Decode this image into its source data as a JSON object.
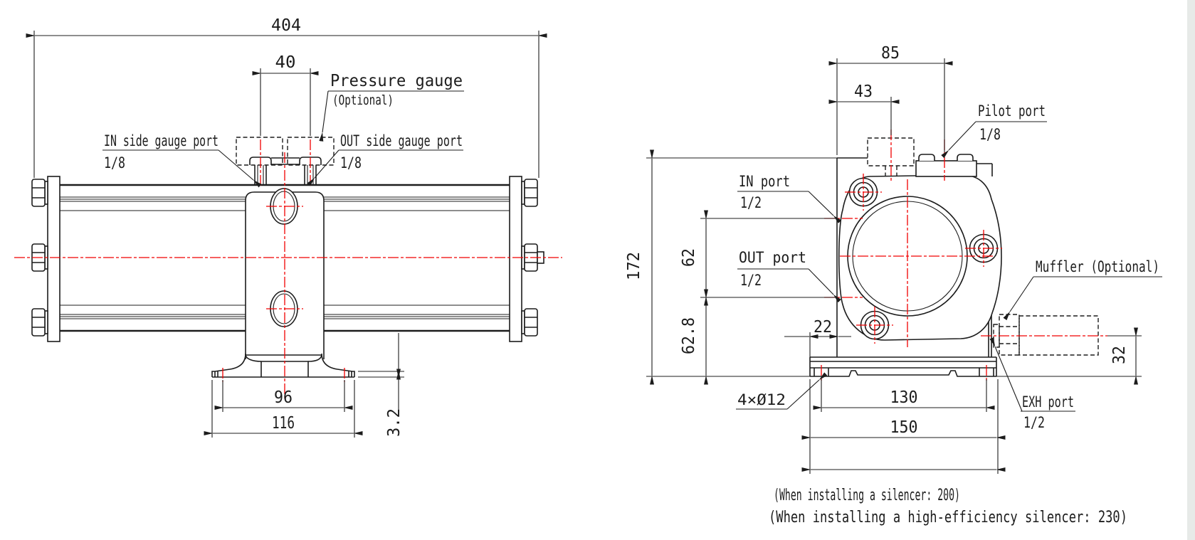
{
  "drawing": {
    "colors": {
      "line": "#1c1c1c",
      "centerline": "#f00000",
      "background": "#ffffff",
      "edge_strip": "#e7eae8"
    },
    "front": {
      "dim_overall": "404",
      "dim_gauge_pitch": "40",
      "dim_foot_holes": "96",
      "dim_foot_width": "116",
      "dim_foot_thickness": "3.2",
      "label_pressure_gauge": "Pressure gauge",
      "label_optional": "(Optional)",
      "label_in_gauge": "IN side gauge port",
      "size_in_gauge": "1/8",
      "label_out_gauge": "OUT side gauge port",
      "size_out_gauge": "1/8"
    },
    "side": {
      "dim_top_width": "85",
      "dim_pilot_offset": "43",
      "dim_height": "172",
      "dim_port_pitch": "62",
      "dim_out_height": "62.8",
      "dim_edge_offset": "22",
      "dim_hole_pitch": "130",
      "dim_base_width": "150",
      "dim_muffler_center": "32",
      "label_holes": "4×Ø12",
      "label_pilot": "Pilot port",
      "size_pilot": "1/8",
      "label_in": "IN port",
      "size_in": "1/2",
      "label_out": "OUT port",
      "size_out": "1/2",
      "label_muffler": "Muffler (Optional)",
      "label_exh": "EXH port",
      "size_exh": "1/2"
    },
    "notes": {
      "line1": "(When installing a silencer: 200)",
      "line2": "(When installing a high-efficiency silencer: 230)"
    }
  }
}
